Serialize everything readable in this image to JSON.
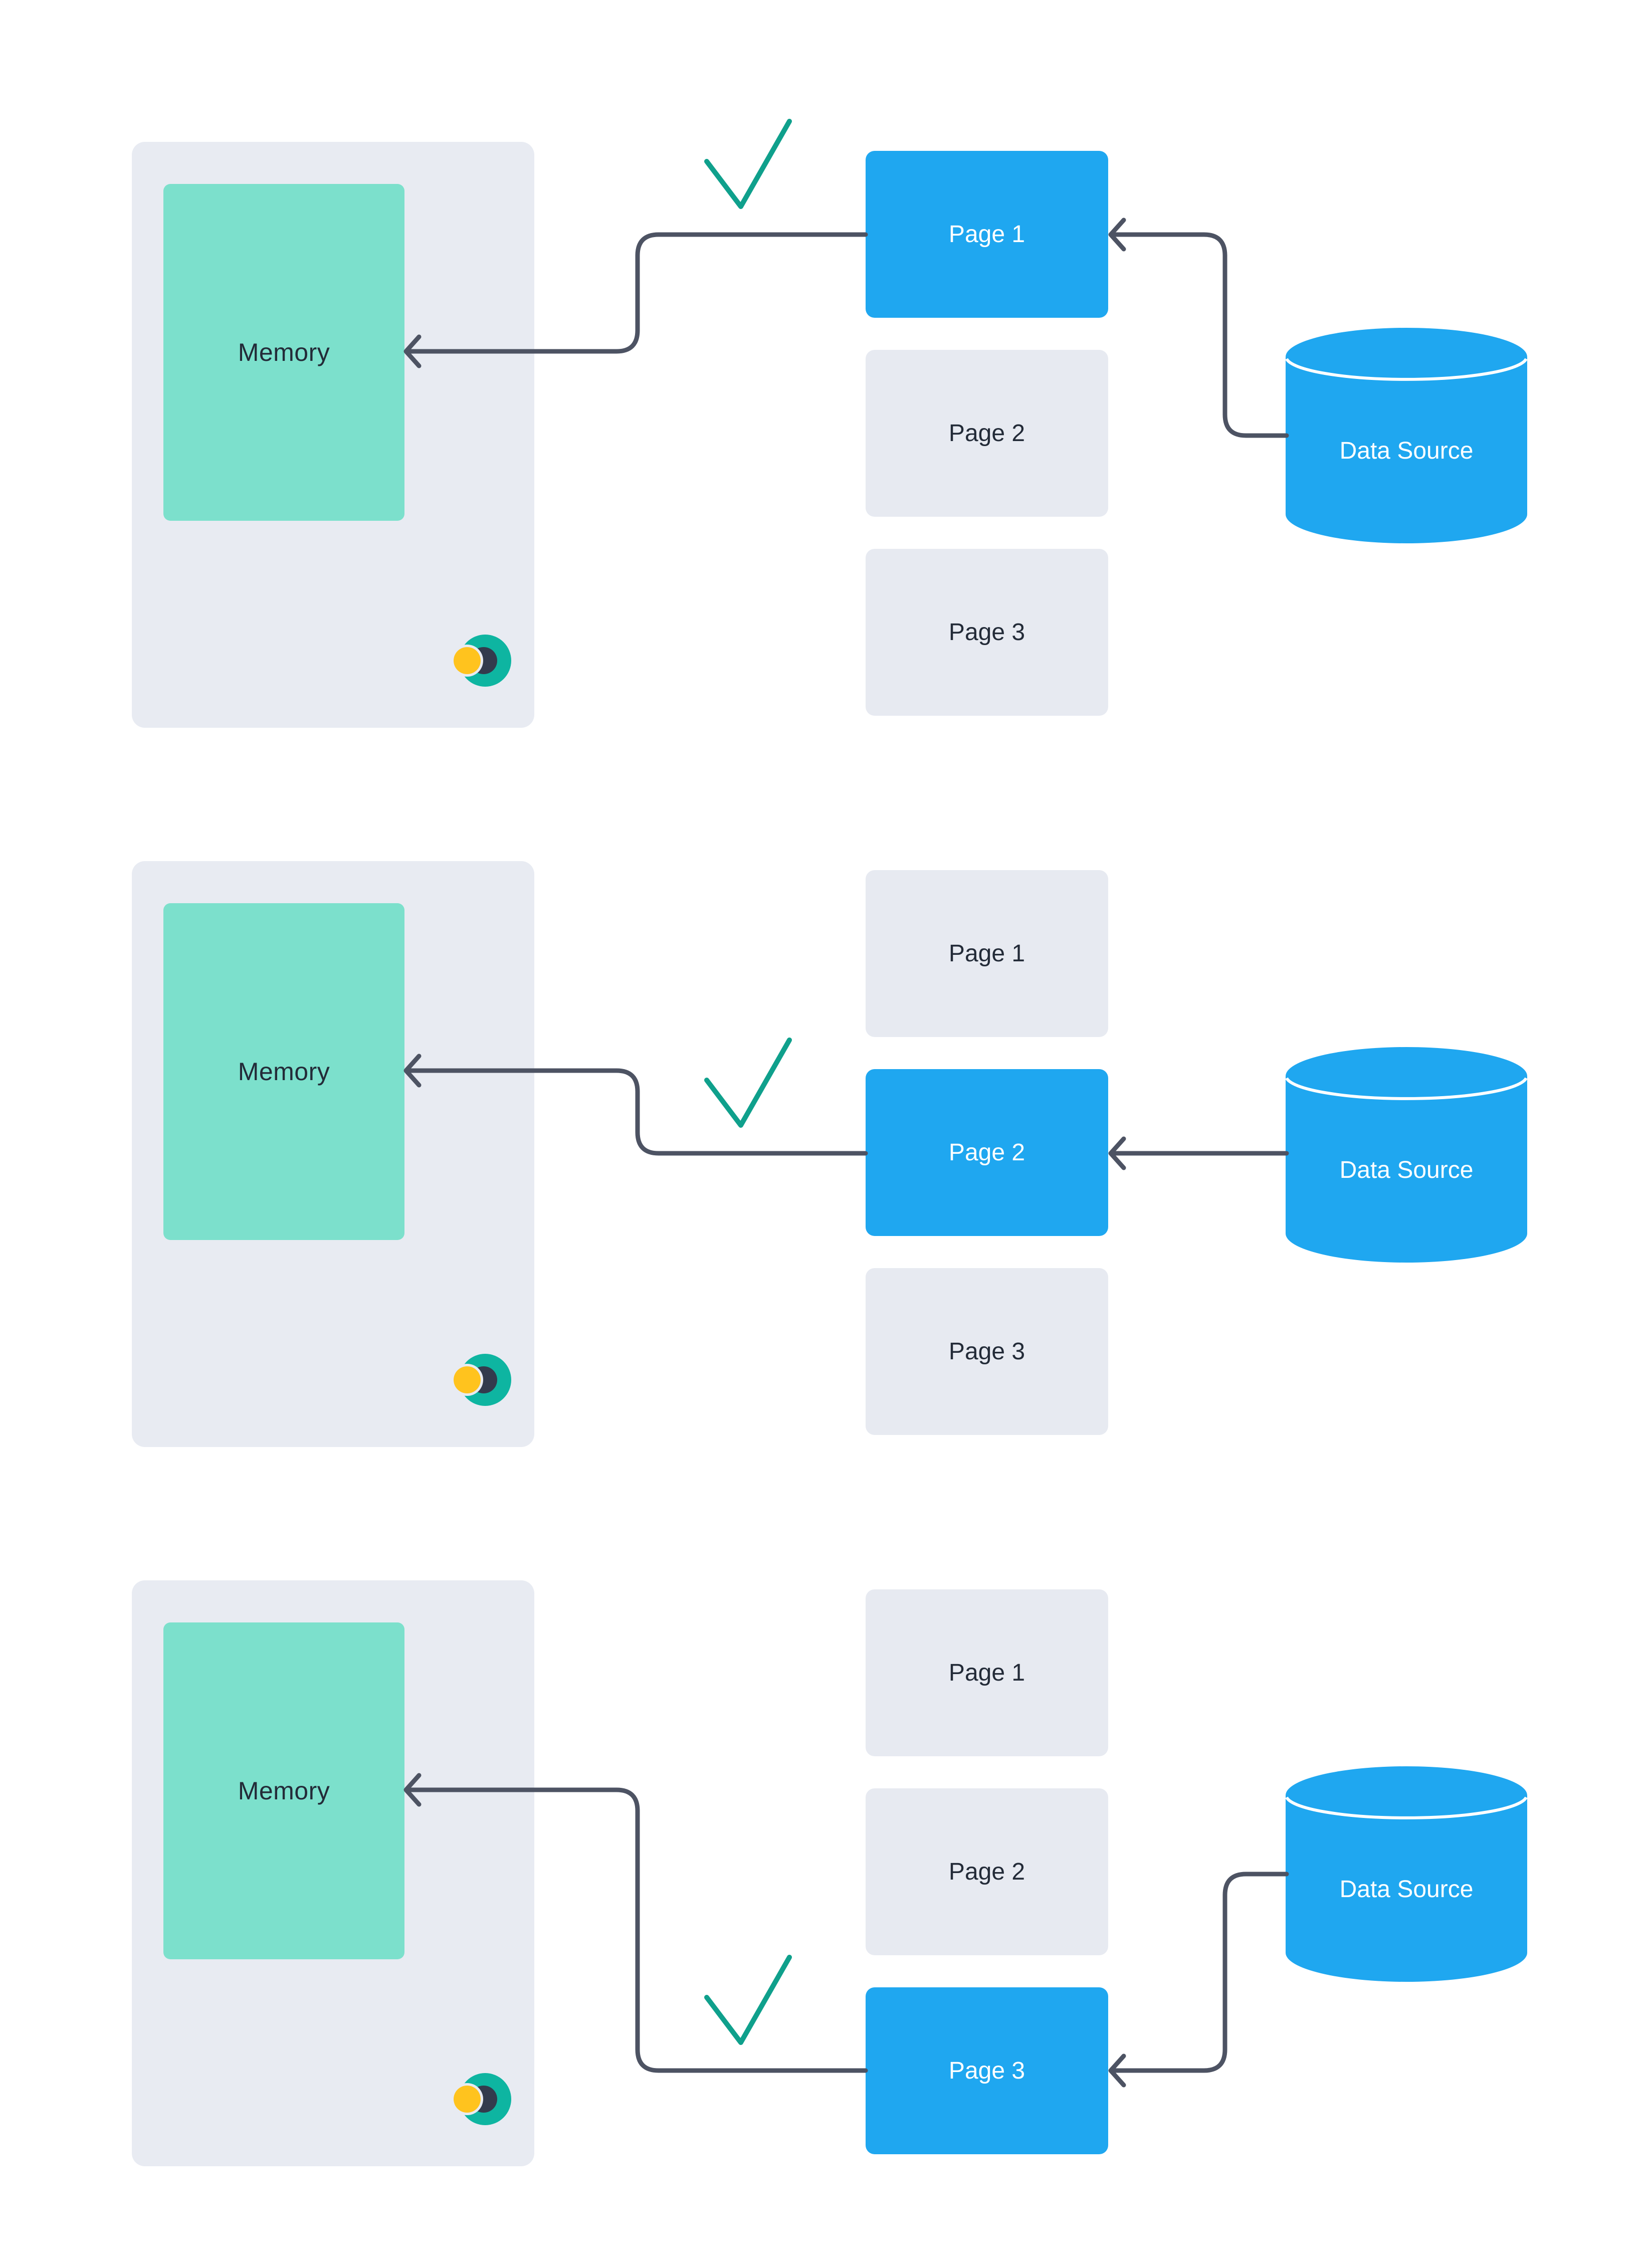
{
  "colors": {
    "background": "#FFFFFF",
    "memory_container_gray": "#E8EBF2",
    "memory_green": "#7CE0CC",
    "page_gray": "#E7EAF1",
    "page_active_blue": "#1FA7F0",
    "datasource_blue": "#1FA7F0",
    "arrow_gray": "#4D5363",
    "check_teal": "#0FA08C",
    "text_dark": "#232B38",
    "text_light": "#FFFFFF",
    "logo_teal": "#0EB5A1",
    "logo_dark": "#333B4D",
    "logo_yellow": "#FFC31E"
  },
  "rows": [
    {
      "memory_label": "Memory",
      "datasource_label": "Data Source",
      "pages": [
        {
          "label": "Page 1",
          "active": true
        },
        {
          "label": "Page 2",
          "active": false
        },
        {
          "label": "Page 3",
          "active": false
        }
      ]
    },
    {
      "memory_label": "Memory",
      "datasource_label": "Data Source",
      "pages": [
        {
          "label": "Page 1",
          "active": false
        },
        {
          "label": "Page 2",
          "active": true
        },
        {
          "label": "Page 3",
          "active": false
        }
      ]
    },
    {
      "memory_label": "Memory",
      "datasource_label": "Data Source",
      "pages": [
        {
          "label": "Page 1",
          "active": false
        },
        {
          "label": "Page 2",
          "active": false
        },
        {
          "label": "Page 3",
          "active": true
        }
      ]
    }
  ]
}
